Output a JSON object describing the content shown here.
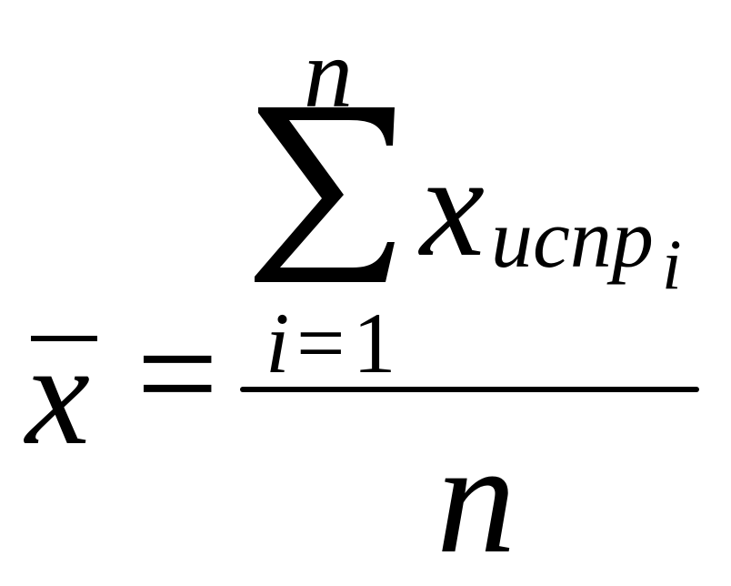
{
  "formula": {
    "lhs_variable": "x",
    "equals": "=",
    "sum_upper_limit": "n",
    "sum_lower_index": "i",
    "sum_lower_equals": "=",
    "sum_lower_value": "1",
    "summand_variable": "x",
    "summand_subscript": "ucnp",
    "summand_subscript_index": "i",
    "denominator": "n"
  }
}
